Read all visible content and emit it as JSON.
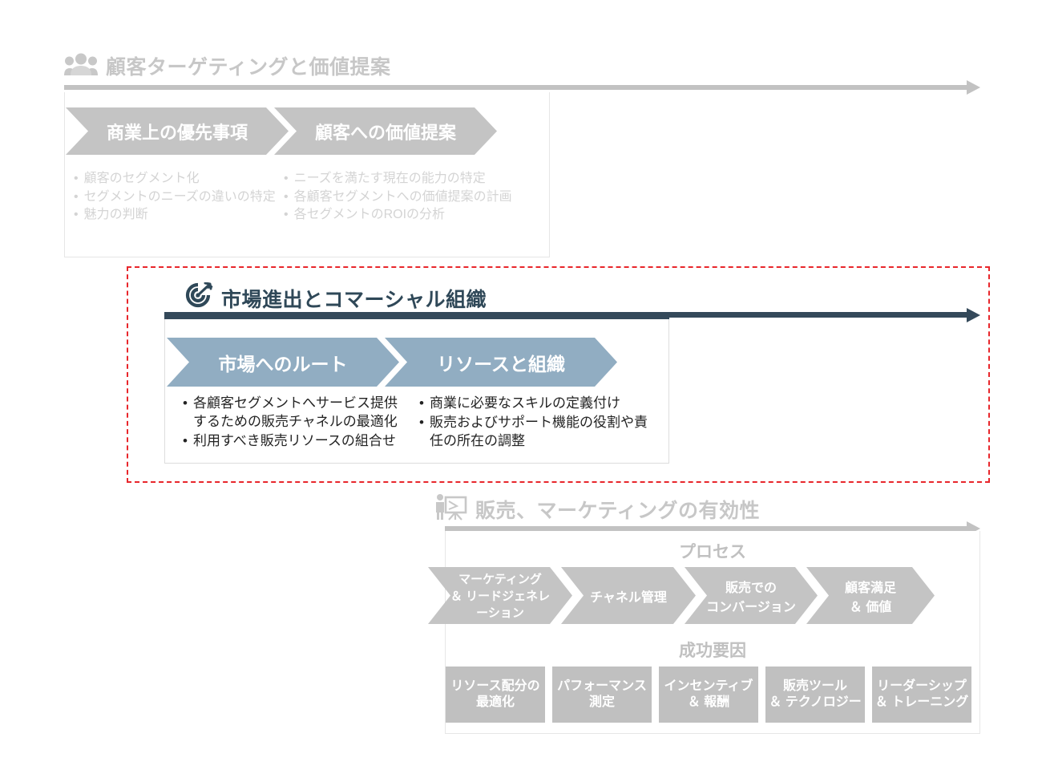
{
  "page": {
    "background": "#ffffff",
    "accent_active": "#34495a",
    "accent_chevron_active": "#91adc2",
    "accent_inactive": "#c4c4c4",
    "highlight_color": "#e8262b"
  },
  "sections": [
    {
      "id": "customer-targeting",
      "state": "inactive",
      "icon": "people-group-icon",
      "title": "顧客ターゲティングと価値提案",
      "chevrons": [
        {
          "label": "商業上の優先事項"
        },
        {
          "label": "顧客への価値提案"
        }
      ],
      "bullet_columns": [
        {
          "items": [
            "顧客のセグメント化",
            "セグメントのニーズの違いの特定",
            "魅力の判断"
          ]
        },
        {
          "items": [
            "ニーズを満たす現在の能力の特定",
            "各顧客セグメントへの価値提案の計画",
            "各セグメントのROIの分析"
          ]
        }
      ]
    },
    {
      "id": "go-to-market",
      "state": "active",
      "icon": "target-arrow-icon",
      "title": "市場進出とコマーシャル組織",
      "chevrons": [
        {
          "label": "市場へのルート"
        },
        {
          "label": "リソースと組織"
        }
      ],
      "bullet_columns": [
        {
          "items": [
            "各顧客セグメントへサービス提供するための販売チャネルの最適化",
            "利用すべき販売リソースの組合せ"
          ]
        },
        {
          "items": [
            "商業に必要なスキルの定義付け",
            "販売およびサポート機能の役割や責任の所在の調整"
          ]
        }
      ]
    },
    {
      "id": "sales-marketing-effectiveness",
      "state": "inactive",
      "icon": "presenter-board-icon",
      "title": "販売、マーケティングの有効性",
      "process_label": "プロセス",
      "process_chevrons": [
        {
          "lines": [
            "マーケティング",
            "＆ リードジェネレ",
            "ーション"
          ]
        },
        {
          "lines": [
            "チャネル管理"
          ]
        },
        {
          "lines": [
            "販売での",
            "コンバージョン"
          ]
        },
        {
          "lines": [
            "顧客満足",
            "＆ 価値"
          ]
        }
      ],
      "success_label": "成功要因",
      "success_boxes": [
        {
          "lines": [
            "リソース配分の",
            "最適化"
          ]
        },
        {
          "lines": [
            "パフォーマンス",
            "測定"
          ]
        },
        {
          "lines": [
            "インセンティブ",
            "＆ 報酬"
          ]
        },
        {
          "lines": [
            "販売ツール",
            "＆ テクノロジー"
          ]
        },
        {
          "lines": [
            "リーダーシップ",
            "＆ トレーニング"
          ]
        }
      ]
    }
  ]
}
